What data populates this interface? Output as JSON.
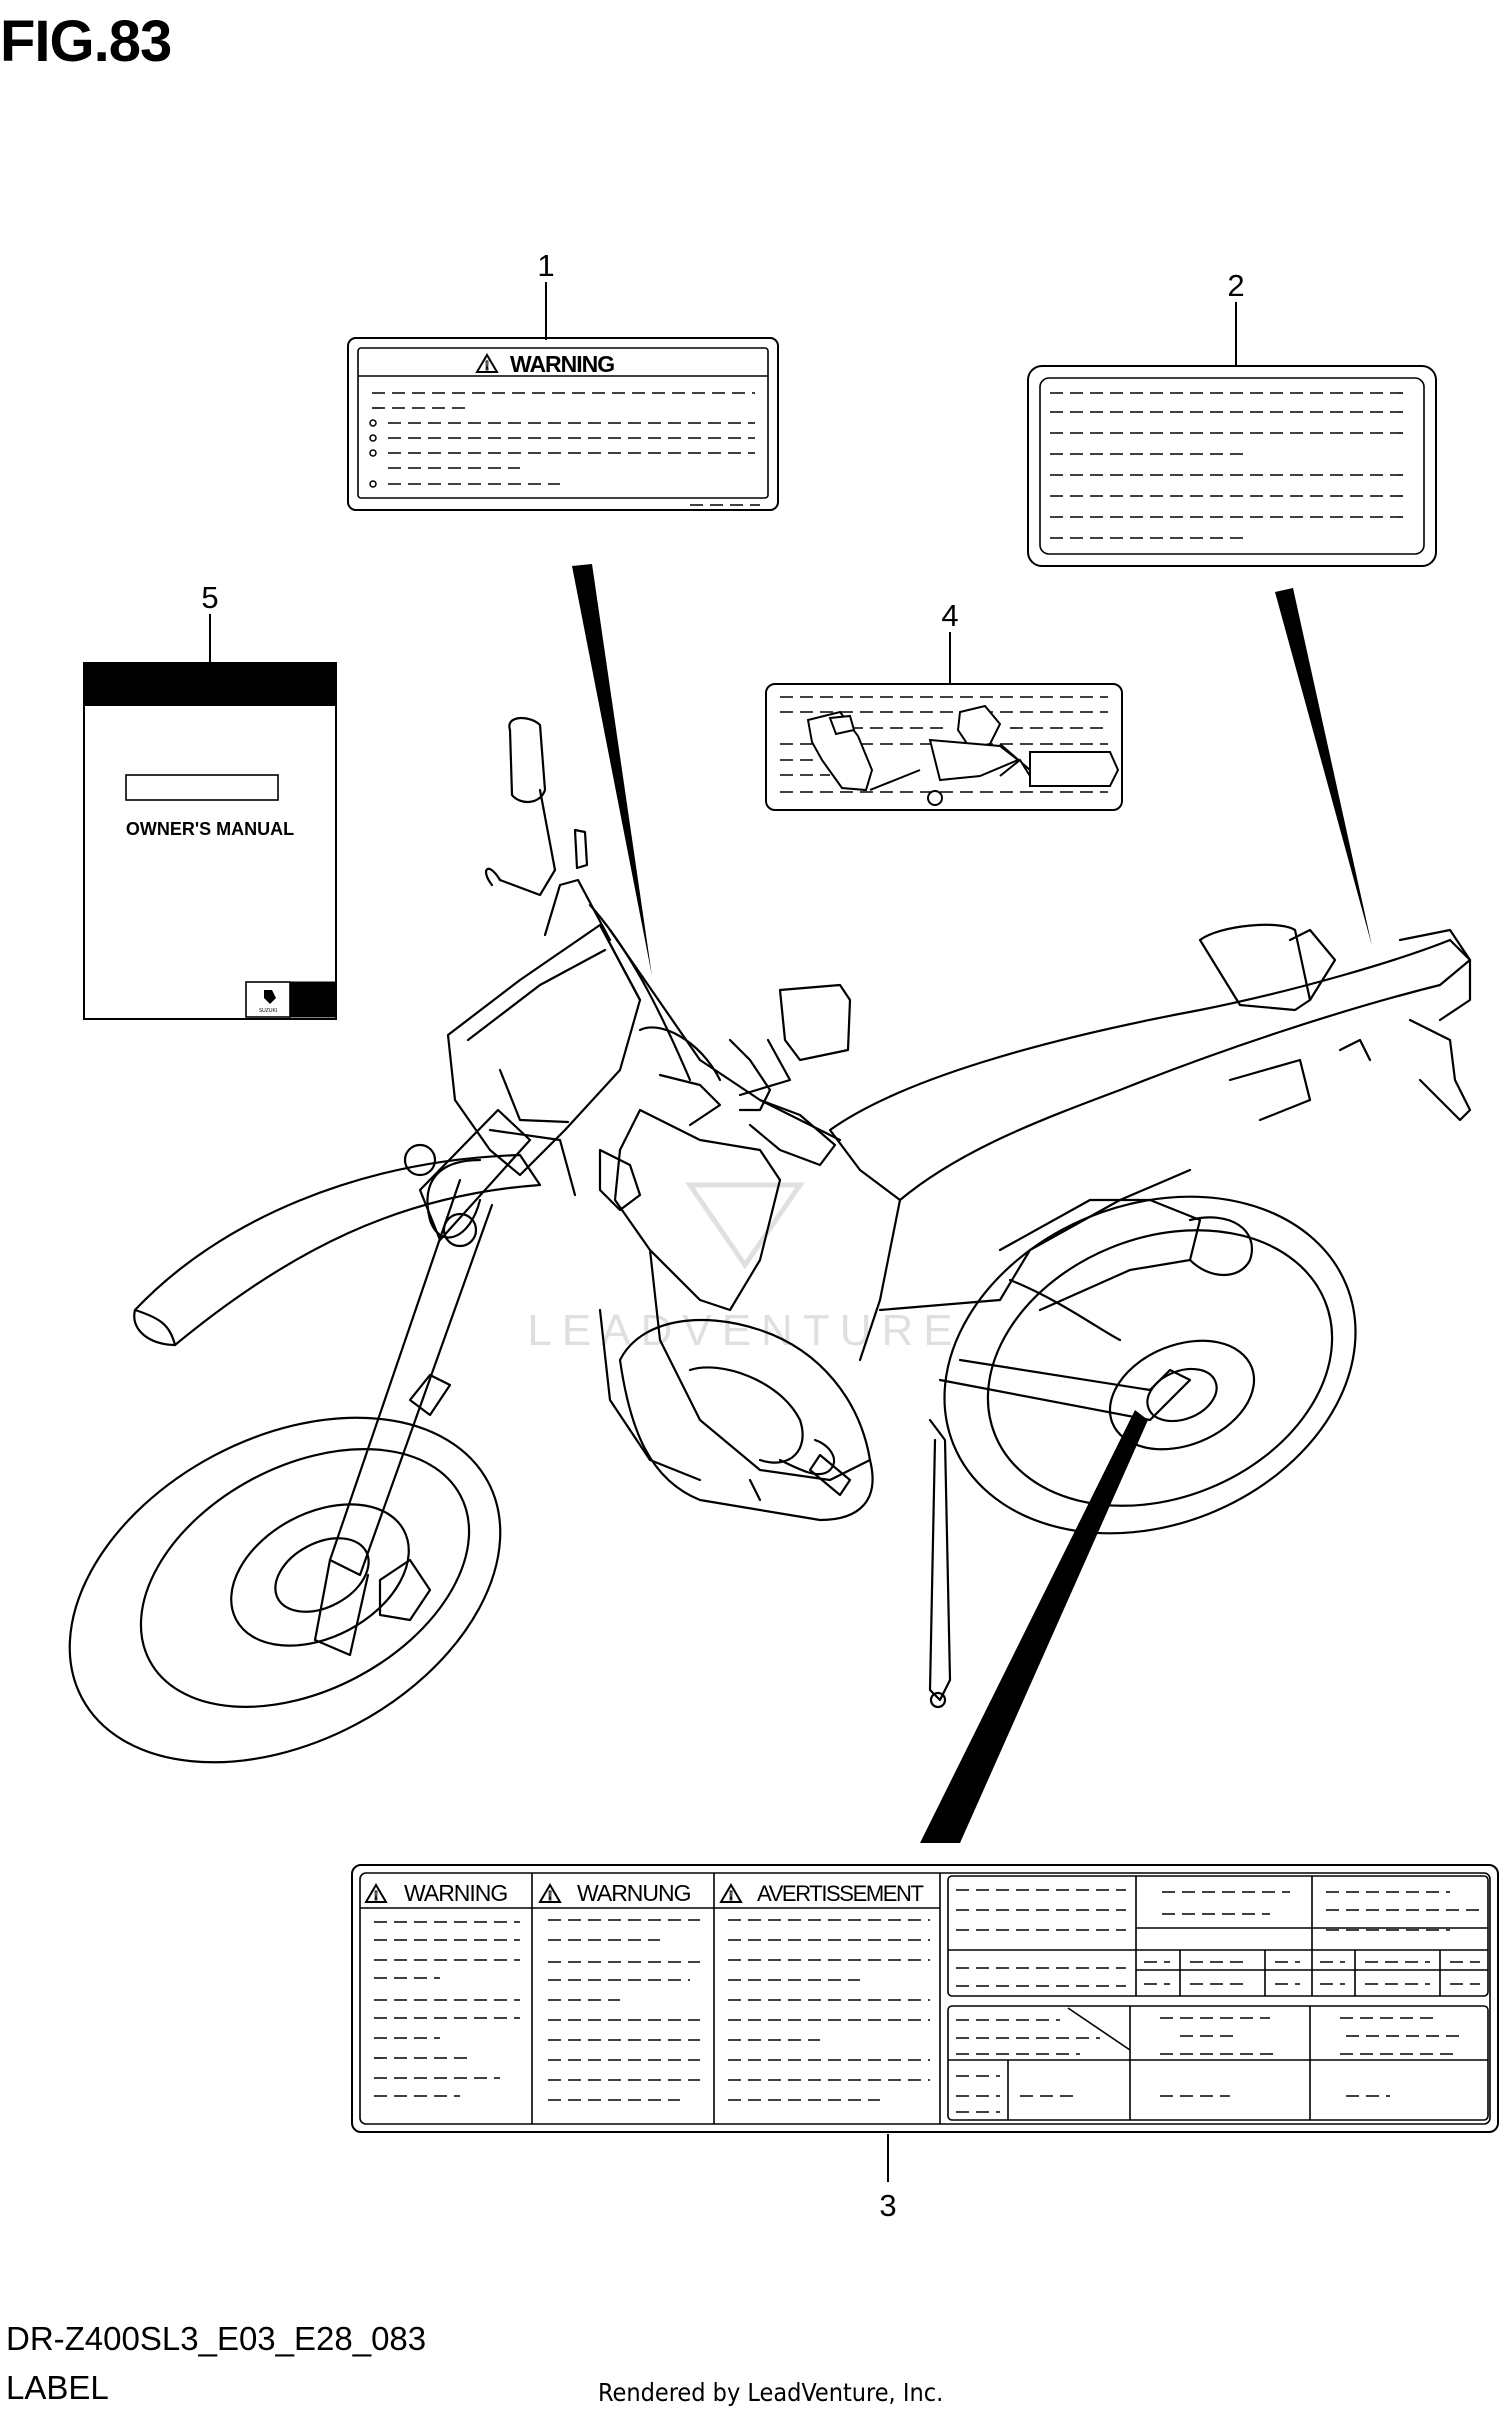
{
  "figure": {
    "title": "FIG.83"
  },
  "footer": {
    "code": "DR-Z400SL3_E03_E28_083",
    "section": "LABEL",
    "rendered_by": "Rendered by LeadVenture, Inc."
  },
  "watermark": {
    "text": "LEADVENTURE"
  },
  "callouts": [
    "1",
    "2",
    "3",
    "4",
    "5"
  ],
  "labels": {
    "warning_label": {
      "heading": "WARNING"
    },
    "manual": {
      "title": "OWNER'S MANUAL",
      "brand_mark": "SUZUKI"
    },
    "multilang_label": {
      "headings": [
        "WARNING",
        "WARNUNG",
        "AVERTISSEMENT"
      ]
    }
  }
}
